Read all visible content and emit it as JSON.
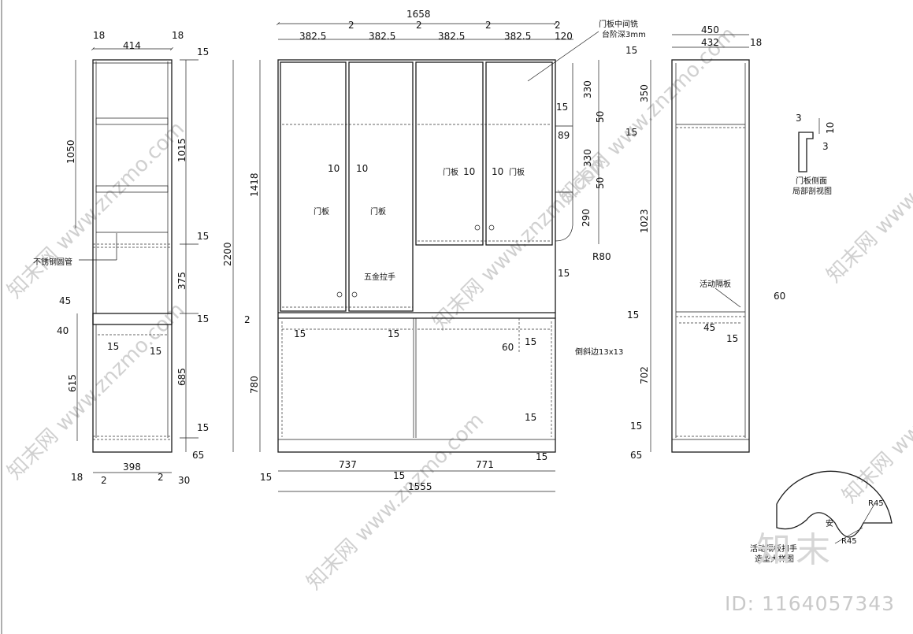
{
  "footer": {
    "id_text": "ID: 1164057343",
    "logo_text": "知末"
  },
  "watermark": {
    "text": "知末网 www.znzmo.com"
  },
  "left_view": {
    "top": [
      "18",
      "414",
      "18"
    ],
    "left": [
      "1050",
      "45",
      "40",
      "615"
    ],
    "right": [
      "15",
      "1015",
      "15",
      "375",
      "15",
      "685",
      "15",
      "65"
    ],
    "inner": [
      "15",
      "15"
    ],
    "bottom": [
      "18",
      "398",
      "2",
      "2",
      "30"
    ],
    "label_pipe": "不锈钢圆管"
  },
  "front_view": {
    "top_total": "1658",
    "top_parts": [
      "382.5",
      "382.5",
      "382.5",
      "382.5",
      "120"
    ],
    "top_gaps": [
      "2",
      "2",
      "2",
      "2"
    ],
    "note_groove": [
      "门板中间铣",
      "台阶深3mm"
    ],
    "left_dims": [
      "1418",
      "2200",
      "2",
      "780"
    ],
    "right_dims": [
      "15",
      "330",
      "50",
      "89",
      "330",
      "50",
      "290",
      "R80",
      "15",
      "15",
      "15",
      "15",
      "15"
    ],
    "door_gap": [
      "10",
      "10",
      "10",
      "10"
    ],
    "door_labels": [
      "门板",
      "门板",
      "门板",
      "门板"
    ],
    "handle_label": "五金拉手",
    "inner_dims": [
      "15",
      "15",
      "60"
    ],
    "bevel_label": "倒斜边13x13",
    "bottom": [
      "737",
      "771",
      "15",
      "15",
      "1555"
    ]
  },
  "side_view": {
    "top": [
      "450",
      "432",
      "18"
    ],
    "left": [
      "15",
      "350",
      "15",
      "1023",
      "15",
      "702",
      "15",
      "65"
    ],
    "shelf_label": "活动隔板",
    "dims": [
      "60",
      "45",
      "15"
    ]
  },
  "detail_door": {
    "dims": [
      "3",
      "10",
      "3"
    ],
    "label": [
      "门板侧面",
      "局部剖视图"
    ]
  },
  "detail_shelf": {
    "radii": [
      "R45",
      "R45"
    ],
    "mark": "安",
    "label": [
      "活动隔板扣手",
      "造型大样图"
    ]
  }
}
